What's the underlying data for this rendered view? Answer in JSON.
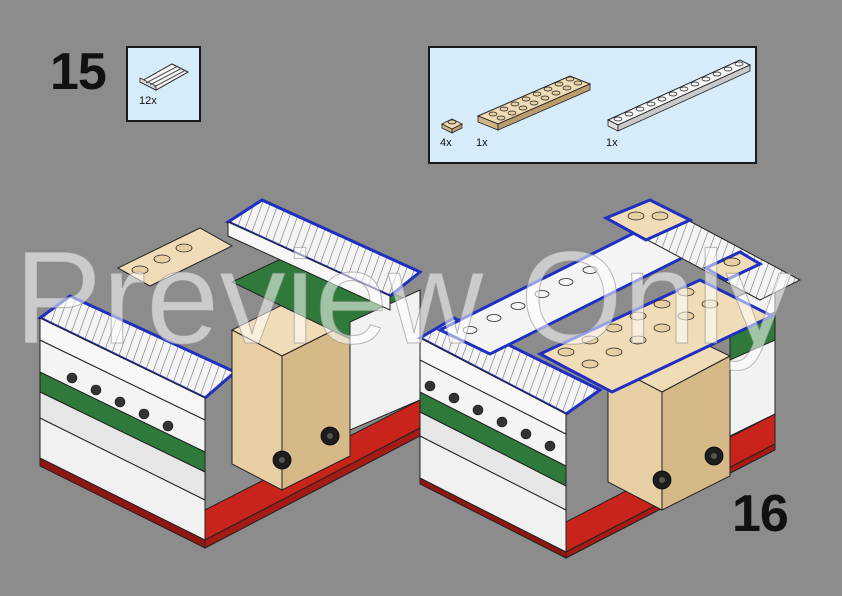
{
  "steps": {
    "current": "15",
    "next": "16"
  },
  "subassembly_parts": {
    "items": [
      {
        "icon": "white-grille-tile-icon",
        "qty": "12x"
      }
    ]
  },
  "parts_list": {
    "items": [
      {
        "icon": "tan-round-stud-icon",
        "qty": "4x"
      },
      {
        "icon": "tan-plate-2x8-icon",
        "qty": "1x"
      },
      {
        "icon": "white-plate-1x12-icon",
        "qty": "1x"
      }
    ]
  },
  "watermark": "Preview Only",
  "colors": {
    "background": "#8c8c8c",
    "parts_box": "#d7ecfa",
    "highlight_outline": "#1f2fbf",
    "tan": "#e8cfa3",
    "white": "#f4f4f4",
    "red": "#c8241c",
    "green": "#2f7a3a"
  }
}
